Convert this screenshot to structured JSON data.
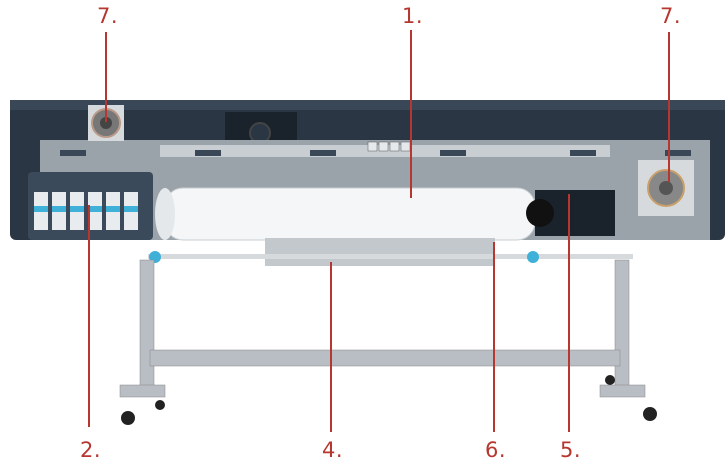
{
  "colors": {
    "callout": "#b5372f",
    "printer_body": "#2a3644",
    "panel_grey": "#9aa3aa",
    "stand_grey": "#b8bec4",
    "paper": "#f4f6f7"
  },
  "callouts": [
    {
      "id": "callout-1",
      "label": "1."
    },
    {
      "id": "callout-2",
      "label": "2."
    },
    {
      "id": "callout-4",
      "label": "4."
    },
    {
      "id": "callout-5",
      "label": "5."
    },
    {
      "id": "callout-6",
      "label": "6."
    },
    {
      "id": "callout-7-left",
      "label": "7."
    },
    {
      "id": "callout-7-right",
      "label": "7."
    }
  ]
}
